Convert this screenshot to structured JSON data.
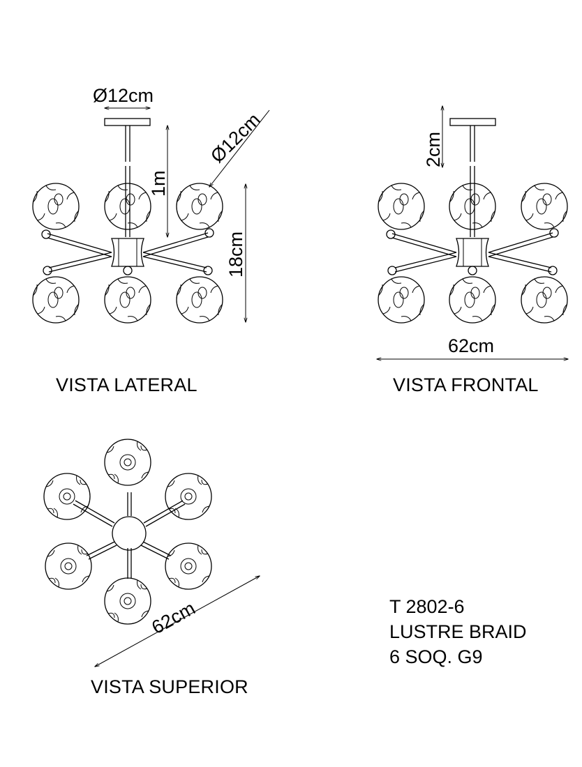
{
  "views": {
    "lateral": {
      "caption": "VISTA LATERAL",
      "dim_canopy": "Ø12cm",
      "dim_globe": "Ø12cm",
      "dim_rod": "1m",
      "dim_height": "18cm"
    },
    "frontal": {
      "caption": "VISTA FRONTAL",
      "dim_canopy_height": "2cm",
      "dim_width": "62cm"
    },
    "superior": {
      "caption": "VISTA SUPERIOR",
      "dim_width": "62cm"
    }
  },
  "product": {
    "code": "T 2802-6",
    "name": "LUSTRE BRAID",
    "spec": "6 SOQ. G9"
  }
}
